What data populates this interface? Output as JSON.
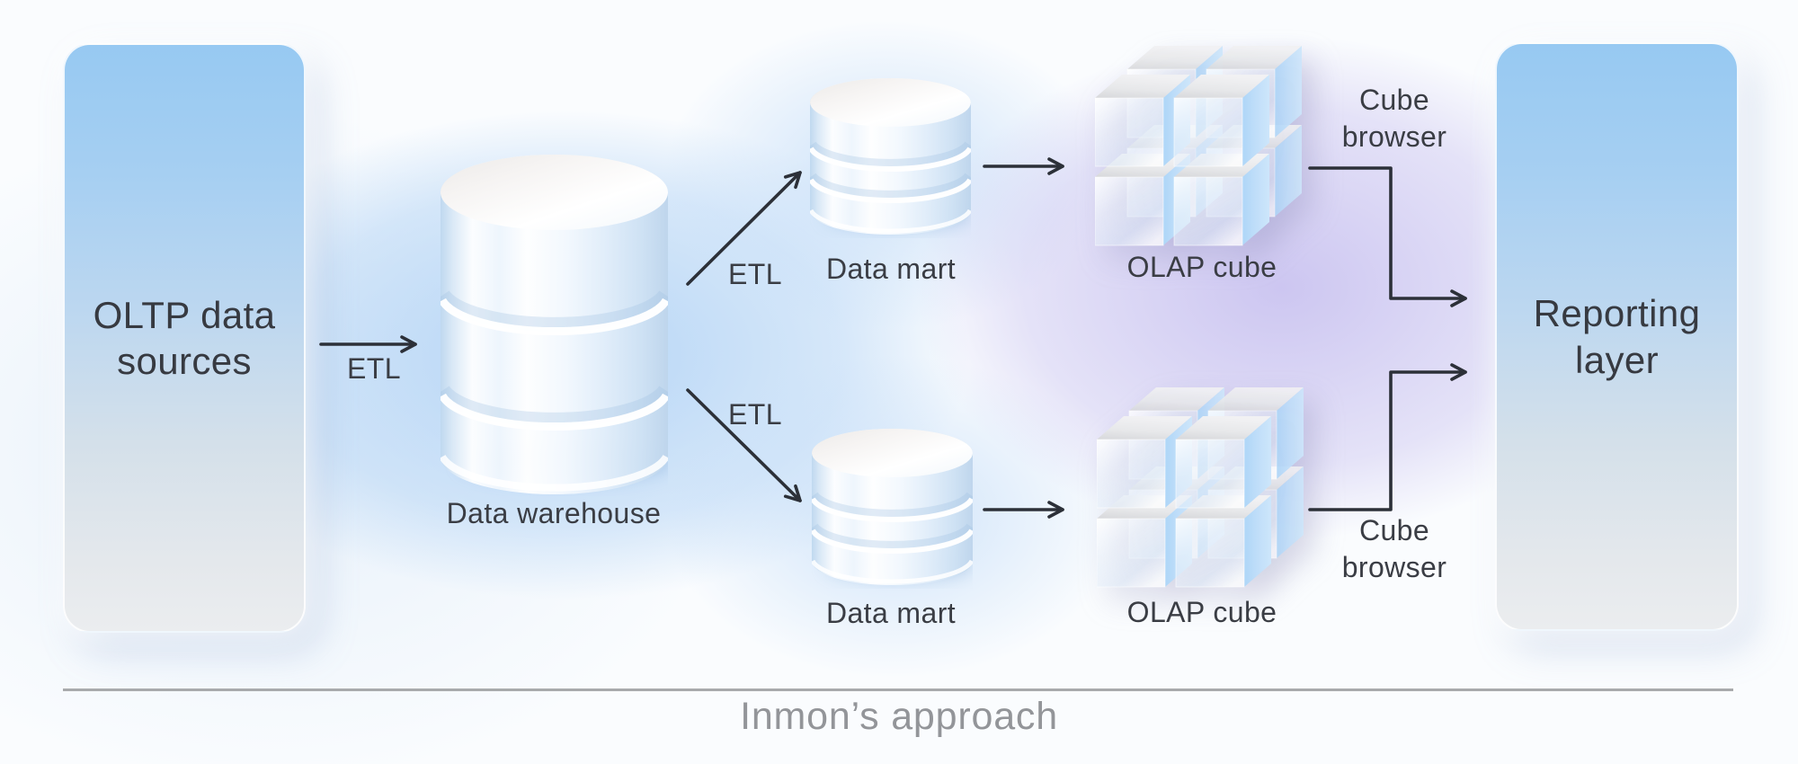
{
  "diagram": {
    "caption": "Inmon’s approach",
    "nodes": {
      "oltp": {
        "label": "OLTP data sources"
      },
      "warehouse": {
        "label": "Data warehouse"
      },
      "mart_top": {
        "label": "Data mart"
      },
      "mart_bottom": {
        "label": "Data mart"
      },
      "cube_top": {
        "label": "OLAP cube"
      },
      "cube_bottom": {
        "label": "OLAP cube"
      },
      "reporting": {
        "label": "Reporting layer"
      }
    },
    "edges": {
      "etl_source_to_warehouse": {
        "label": "ETL"
      },
      "etl_warehouse_to_mart_top": {
        "label": "ETL"
      },
      "etl_warehouse_to_mart_bottom": {
        "label": "ETL"
      },
      "cube_browser_top": {
        "label": "Cube browser"
      },
      "cube_browser_bottom": {
        "label": "Cube browser"
      }
    },
    "colors": {
      "panel_blue_top": "#97c9f2",
      "panel_gray_bottom": "#ebedef",
      "background_blue": "#b2d3f5",
      "background_lavender": "#cac3f0",
      "arrow": "#2c3038",
      "label_text": "#3a3d44",
      "caption_text": "#939599",
      "divider": "#a8aaac",
      "cube_side_blue": "#aed6f8"
    }
  }
}
